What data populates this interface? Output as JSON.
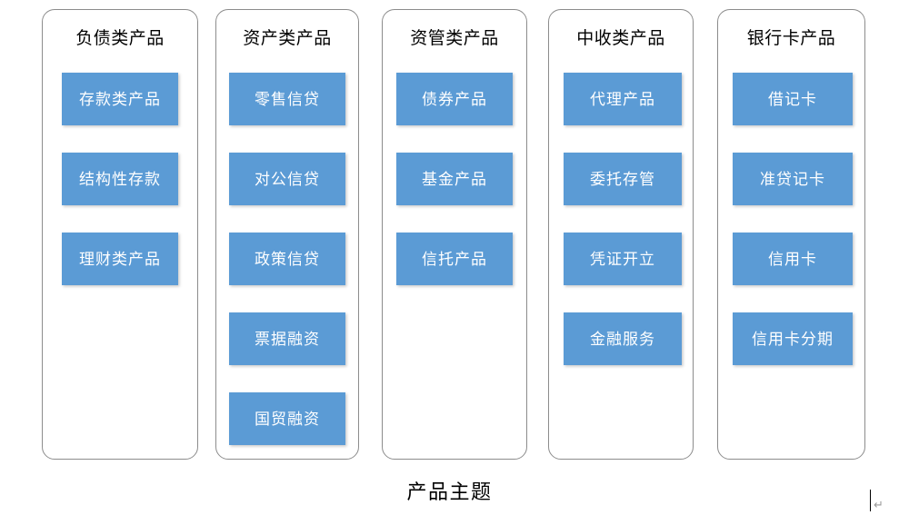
{
  "diagram": {
    "caption": "产品主题",
    "accent_color": "#5B9BD5",
    "card_border_color": "#8C8C8C",
    "card_fill_color": "#FFFFFF",
    "box_text_color": "#FFFFFF",
    "title_text_color": "#000000",
    "type": "grouped-column-list",
    "columns": [
      {
        "title": "负债类产品",
        "items": [
          {
            "label": "存款类产品"
          },
          {
            "label": "结构性存款"
          },
          {
            "label": "理财类产品"
          }
        ]
      },
      {
        "title": "资产类产品",
        "items": [
          {
            "label": "零售信贷"
          },
          {
            "label": "对公信贷"
          },
          {
            "label": "政策信贷"
          },
          {
            "label": "票据融资"
          },
          {
            "label": "国贸融资"
          }
        ]
      },
      {
        "title": "资管类产品",
        "items": [
          {
            "label": "债券产品"
          },
          {
            "label": "基金产品"
          },
          {
            "label": "信托产品"
          }
        ]
      },
      {
        "title": "中收类产品",
        "items": [
          {
            "label": "代理产品"
          },
          {
            "label": "委托存管"
          },
          {
            "label": "凭证开立"
          },
          {
            "label": "金融服务"
          }
        ]
      },
      {
        "title": "银行卡产品",
        "items": [
          {
            "label": "借记卡"
          },
          {
            "label": "准贷记卡"
          },
          {
            "label": "信用卡"
          },
          {
            "label": "信用卡分期"
          }
        ]
      }
    ]
  },
  "editor_artifacts": {
    "paragraph_mark": "↵"
  }
}
